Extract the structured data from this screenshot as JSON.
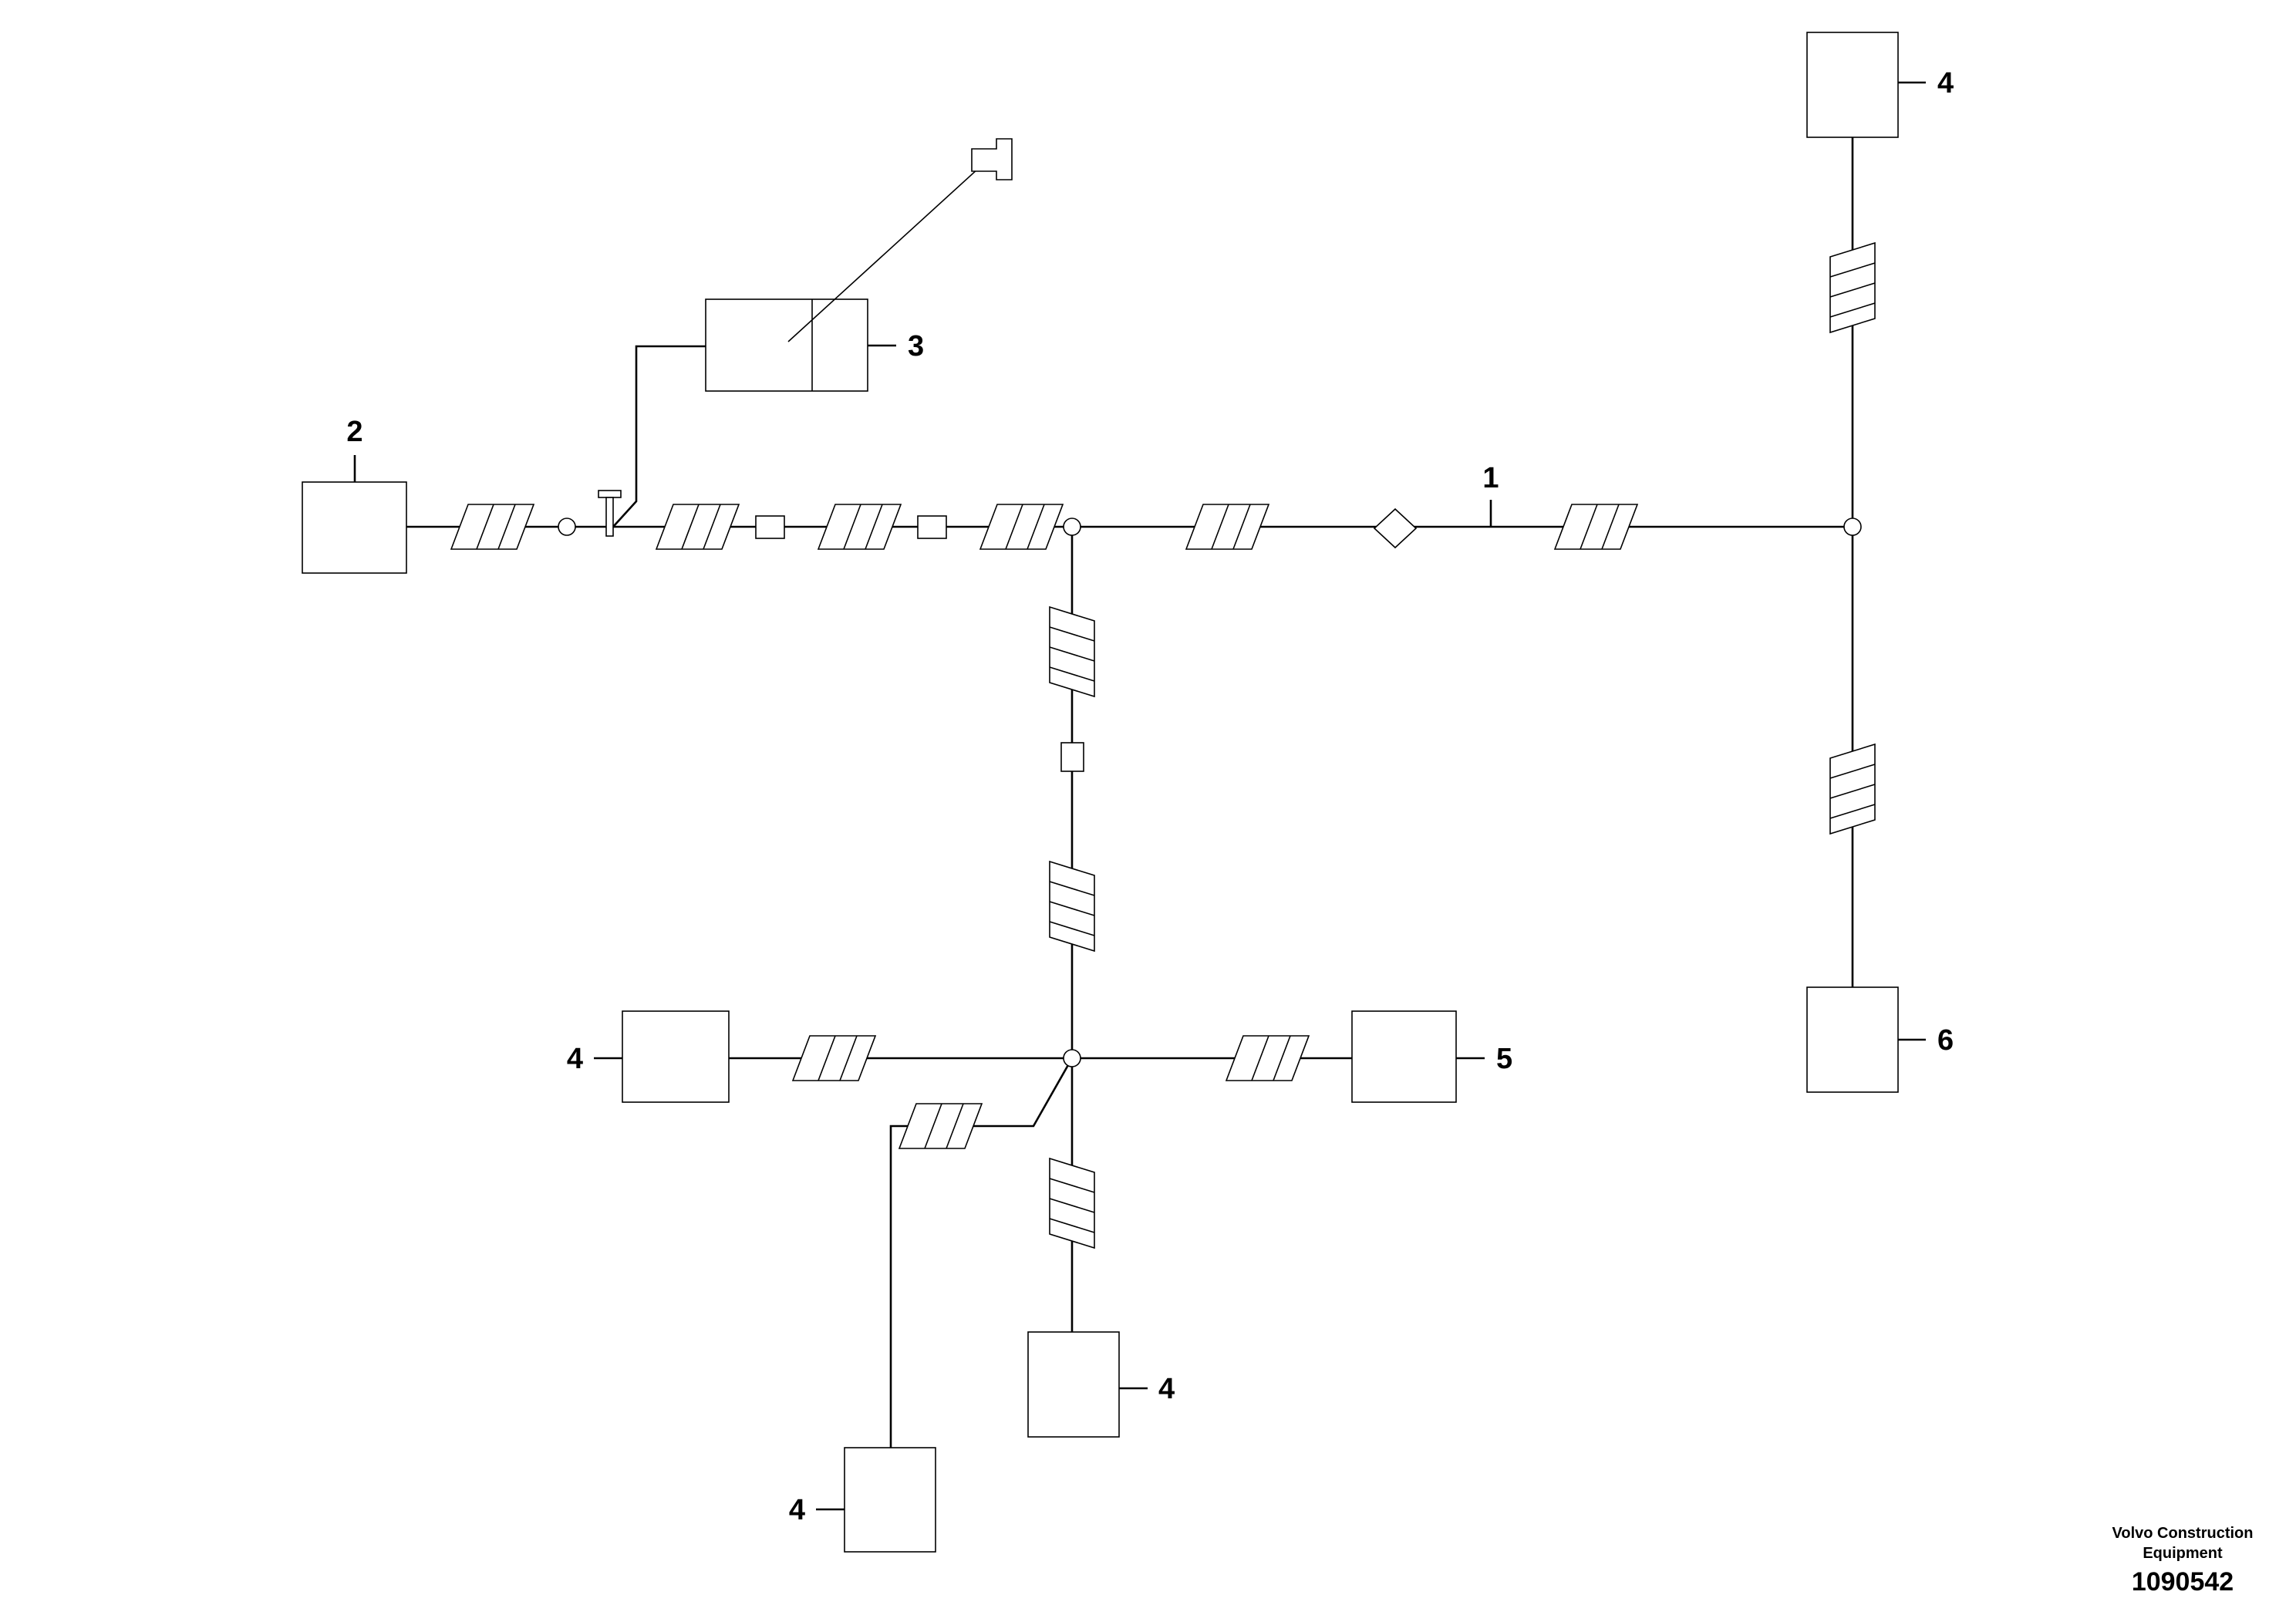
{
  "callouts": {
    "c1": "1",
    "c2": "2",
    "c3": "3",
    "c4_top_right": "4",
    "c4_left": "4",
    "c4_bottom_mid": "4",
    "c4_bottom_left": "4",
    "c5": "5",
    "c6": "6"
  },
  "footer": {
    "brand_line1": "Volvo Construction",
    "brand_line2": "Equipment",
    "doc_number": "1090542"
  }
}
